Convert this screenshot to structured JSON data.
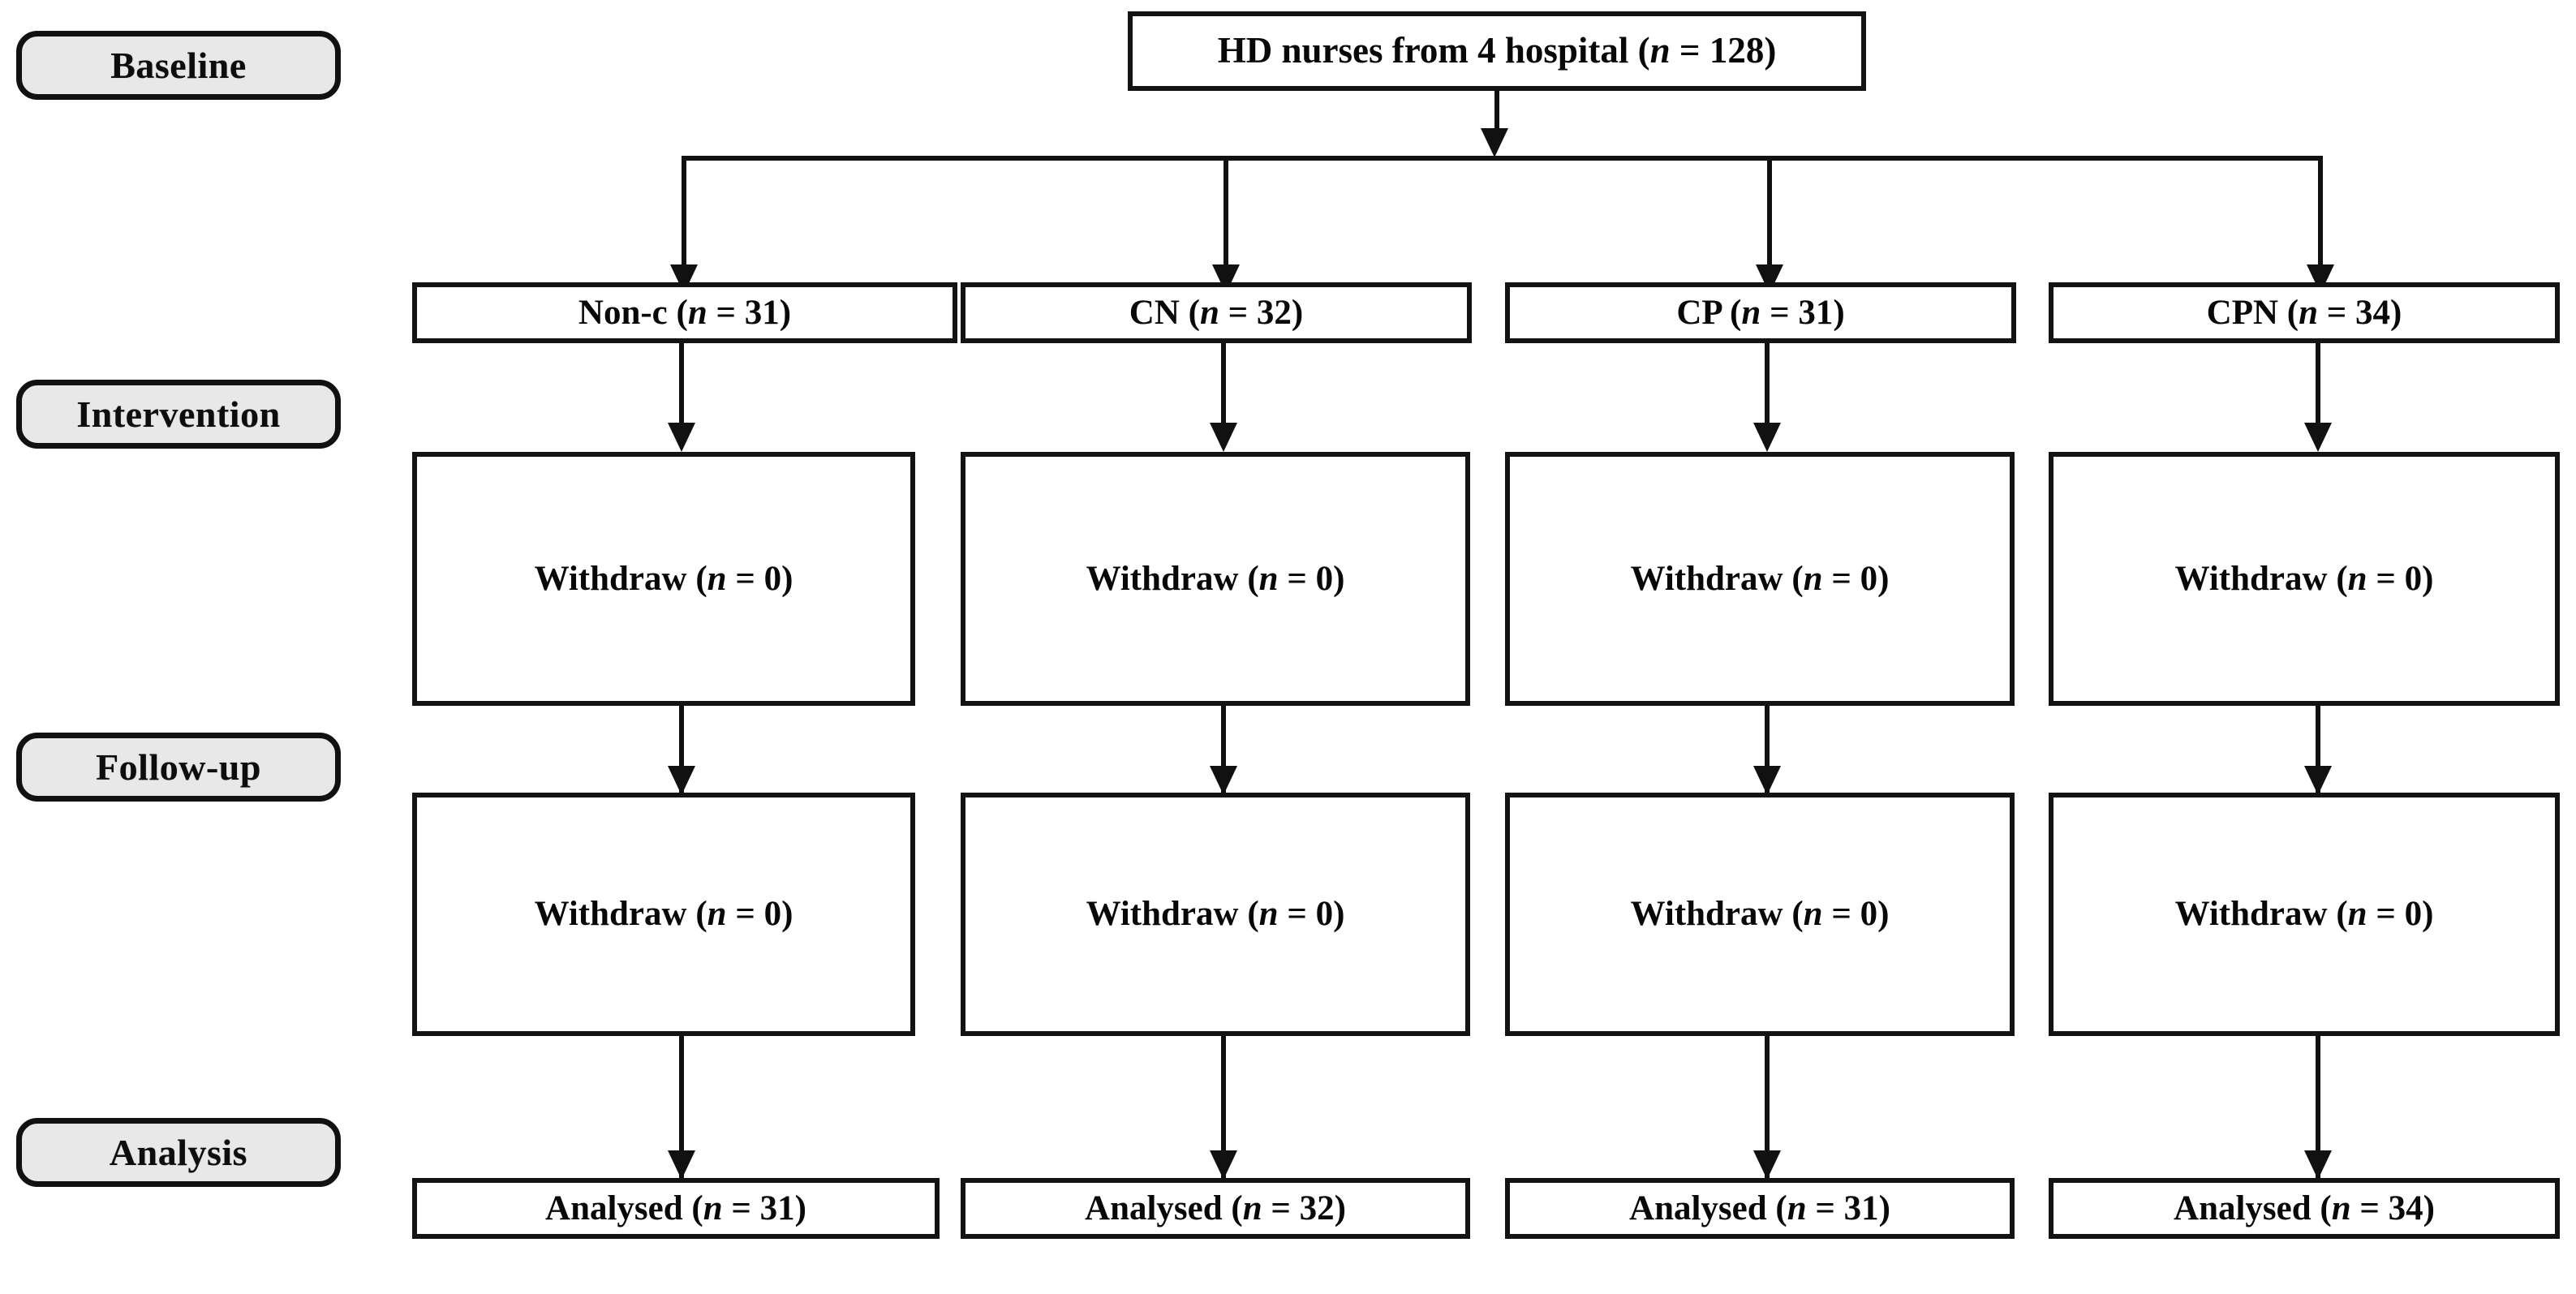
{
  "diagram": {
    "title": "CONSORT-style participant flow diagram",
    "colors": {
      "stage_label_fill": "#e8e8e8",
      "stage_label_border": "#111111",
      "box_border": "#131313",
      "box_fill": "#ffffff",
      "connector": "#111111",
      "background": "#ffffff"
    }
  },
  "stages": [
    {
      "id": "baseline",
      "label": "Baseline"
    },
    {
      "id": "intervention",
      "label": "Intervention"
    },
    {
      "id": "followup",
      "label": "Follow-up"
    },
    {
      "id": "analysis",
      "label": "Analysis"
    }
  ],
  "enrollment": {
    "label_text": "HD nurses from 4 hospital (n = 128)",
    "prefix": "HD nurses from 4 hospital (",
    "var": "n",
    "suffix": " = 128)",
    "n": 128
  },
  "arms": [
    {
      "id": "non-c",
      "group_prefix": "Non-c (",
      "group_var": "n",
      "group_suffix": " = 31)",
      "group_label": "Non-c (n = 31)",
      "group_n": 31,
      "withdraw1_prefix": "Withdraw (",
      "withdraw1_var": "n",
      "withdraw1_suffix": " = 0)",
      "withdraw1_label": "Withdraw (n = 0)",
      "withdraw1_n": 0,
      "withdraw2_prefix": "Withdraw (",
      "withdraw2_var": "n",
      "withdraw2_suffix": " = 0)",
      "withdraw2_label": "Withdraw (n = 0)",
      "withdraw2_n": 0,
      "analysed_prefix": "Analysed (",
      "analysed_var": "n",
      "analysed_suffix": " = 31)",
      "analysed_label": "Analysed (n = 31)",
      "analysed_n": 31
    },
    {
      "id": "cn",
      "group_prefix": "CN (",
      "group_var": "n",
      "group_suffix": " = 32)",
      "group_label": "CN (n = 32)",
      "group_n": 32,
      "withdraw1_prefix": "Withdraw (",
      "withdraw1_var": "n",
      "withdraw1_suffix": " = 0)",
      "withdraw1_label": "Withdraw (n = 0)",
      "withdraw1_n": 0,
      "withdraw2_prefix": "Withdraw (",
      "withdraw2_var": "n",
      "withdraw2_suffix": " = 0)",
      "withdraw2_label": "Withdraw (n = 0)",
      "withdraw2_n": 0,
      "analysed_prefix": "Analysed (",
      "analysed_var": "n",
      "analysed_suffix": " = 32)",
      "analysed_label": "Analysed (n = 32)",
      "analysed_n": 32
    },
    {
      "id": "cp",
      "group_prefix": "CP (",
      "group_var": "n",
      "group_suffix": " = 31)",
      "group_label": "CP (n = 31)",
      "group_n": 31,
      "withdraw1_prefix": "Withdraw (",
      "withdraw1_var": "n",
      "withdraw1_suffix": " = 0)",
      "withdraw1_label": "Withdraw (n = 0)",
      "withdraw1_n": 0,
      "withdraw2_prefix": "Withdraw (",
      "withdraw2_var": "n",
      "withdraw2_suffix": " = 0)",
      "withdraw2_label": "Withdraw (n = 0)",
      "withdraw2_n": 0,
      "analysed_prefix": "Analysed (",
      "analysed_var": "n",
      "analysed_suffix": " = 31)",
      "analysed_label": "Analysed (n = 31)",
      "analysed_n": 31
    },
    {
      "id": "cpn",
      "group_prefix": "CPN (",
      "group_var": "n",
      "group_suffix": " = 34)",
      "group_label": "CPN (n = 34)",
      "group_n": 34,
      "withdraw1_prefix": "Withdraw (",
      "withdraw1_var": "n",
      "withdraw1_suffix": " = 0)",
      "withdraw1_label": "Withdraw (n = 0)",
      "withdraw1_n": 0,
      "withdraw2_prefix": "Withdraw (",
      "withdraw2_var": "n",
      "withdraw2_suffix": " = 0)",
      "withdraw2_label": "Withdraw (n = 0)",
      "withdraw2_n": 0,
      "analysed_prefix": "Analysed (",
      "analysed_var": "n",
      "analysed_suffix": " = 34)",
      "analysed_label": "Analysed (n = 34)",
      "analysed_n": 34
    }
  ]
}
